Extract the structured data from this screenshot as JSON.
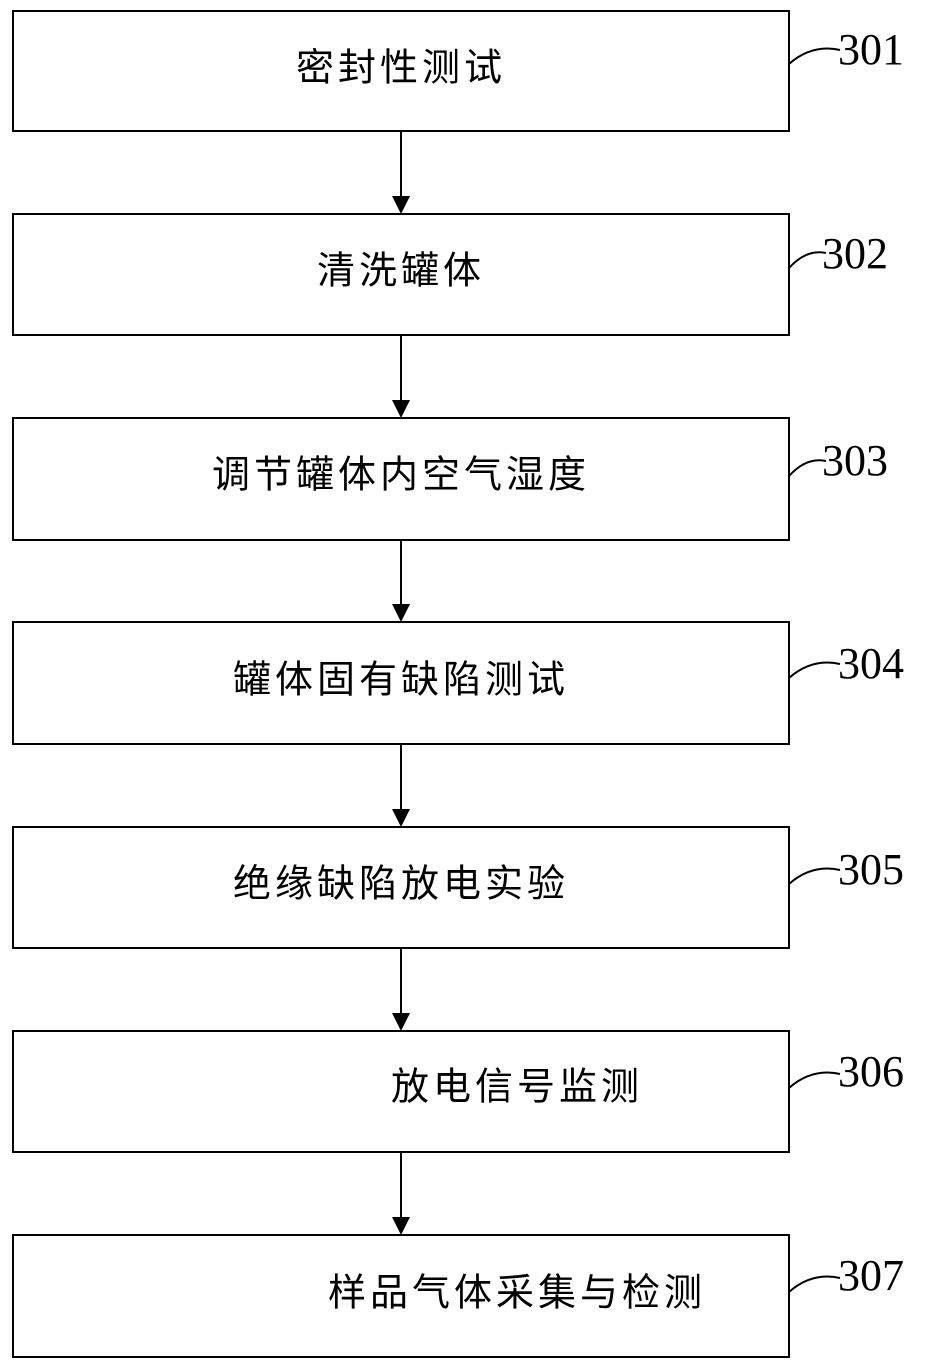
{
  "steps": [
    {
      "text": "密封性测试",
      "label": "301"
    },
    {
      "text": "清洗罐体",
      "label": "302"
    },
    {
      "text": "调节罐体内空气湿度",
      "label": "303"
    },
    {
      "text": "罐体固有缺陷测试",
      "label": "304"
    },
    {
      "text": "绝缘缺陷放电实验",
      "label": "305"
    },
    {
      "text": "放电信号监测",
      "label": "306"
    },
    {
      "text": "样品气体采集与检测",
      "label": "307"
    }
  ]
}
